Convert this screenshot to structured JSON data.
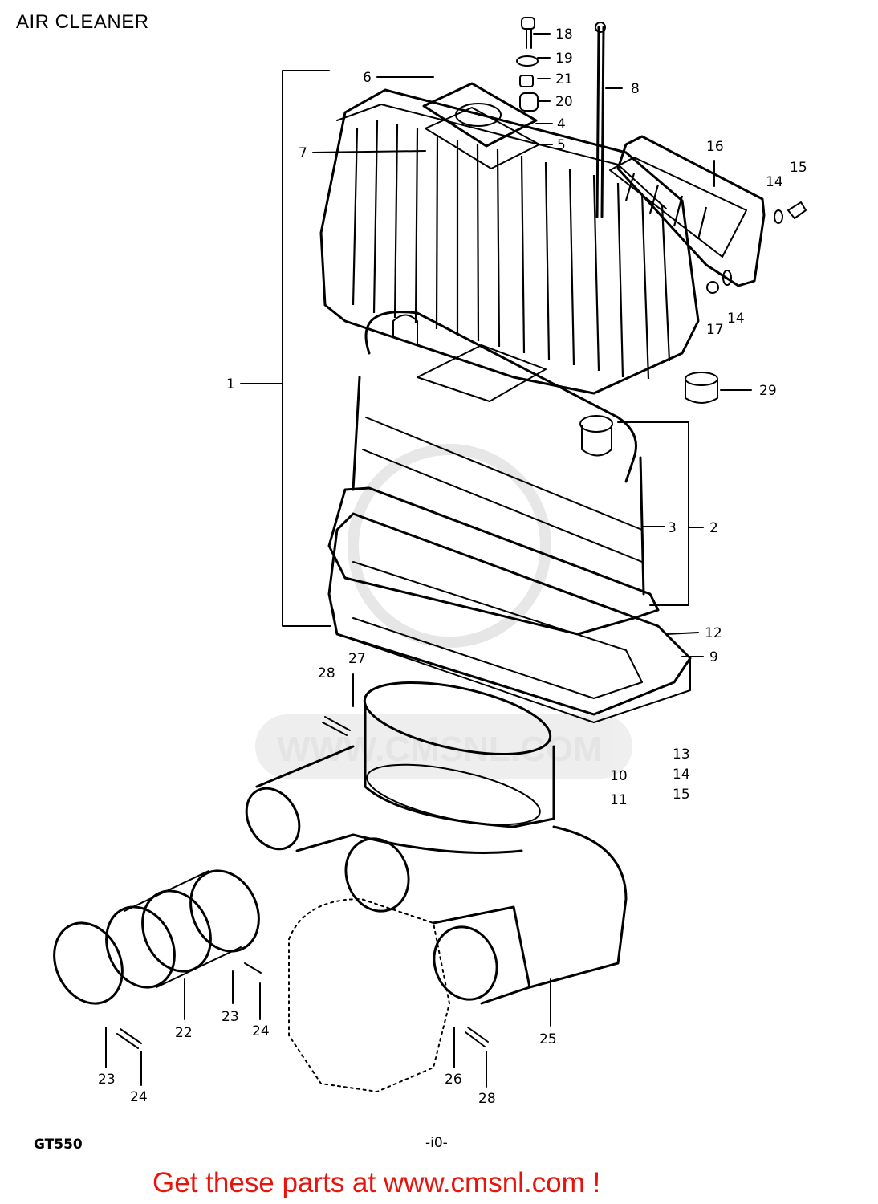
{
  "title": "AIR CLEANER",
  "model": "GT550",
  "page_number": "-i0-",
  "promo": "Get these parts at www.cmsnl.com !",
  "watermark": "WWW.CMSNL.COM",
  "colors": {
    "promo": "#e8140c",
    "watermark": "#e2e2e2",
    "line": "#000000"
  },
  "callouts": [
    {
      "id": "c1",
      "label": "1"
    },
    {
      "id": "c2",
      "label": "2"
    },
    {
      "id": "c3",
      "label": "3"
    },
    {
      "id": "c4",
      "label": "4"
    },
    {
      "id": "c5",
      "label": "5"
    },
    {
      "id": "c6",
      "label": "6"
    },
    {
      "id": "c7",
      "label": "7"
    },
    {
      "id": "c8",
      "label": "8"
    },
    {
      "id": "c9",
      "label": "9"
    },
    {
      "id": "c10",
      "label": "10"
    },
    {
      "id": "c11",
      "label": "11"
    },
    {
      "id": "c12",
      "label": "12"
    },
    {
      "id": "c13",
      "label": "13"
    },
    {
      "id": "c14a",
      "label": "14"
    },
    {
      "id": "c14b",
      "label": "14"
    },
    {
      "id": "c14c",
      "label": "14"
    },
    {
      "id": "c15a",
      "label": "15"
    },
    {
      "id": "c15b",
      "label": "15"
    },
    {
      "id": "c16",
      "label": "16"
    },
    {
      "id": "c17",
      "label": "17"
    },
    {
      "id": "c18",
      "label": "18"
    },
    {
      "id": "c19",
      "label": "19"
    },
    {
      "id": "c20",
      "label": "20"
    },
    {
      "id": "c21",
      "label": "21"
    },
    {
      "id": "c22",
      "label": "22"
    },
    {
      "id": "c23a",
      "label": "23"
    },
    {
      "id": "c23b",
      "label": "23"
    },
    {
      "id": "c24a",
      "label": "24"
    },
    {
      "id": "c24b",
      "label": "24"
    },
    {
      "id": "c25",
      "label": "25"
    },
    {
      "id": "c26",
      "label": "26"
    },
    {
      "id": "c27",
      "label": "27"
    },
    {
      "id": "c28a",
      "label": "28"
    },
    {
      "id": "c28b",
      "label": "28"
    },
    {
      "id": "c29",
      "label": "29"
    }
  ]
}
